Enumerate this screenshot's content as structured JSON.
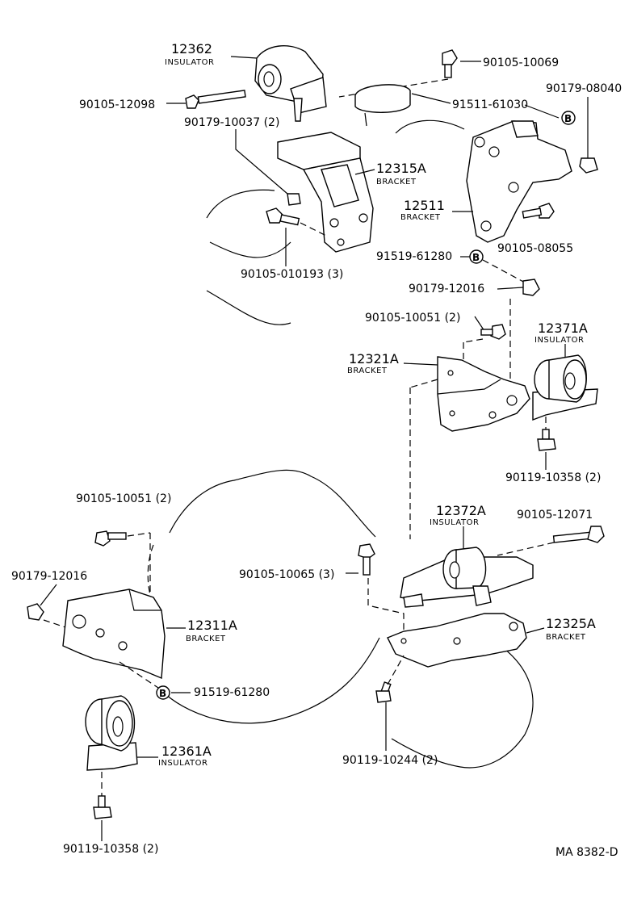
{
  "diagram_code": "MA 8382-D",
  "parts": {
    "p12362": {
      "number": "12362",
      "desc": "INSULATOR"
    },
    "p12315A": {
      "number": "12315A",
      "desc": "BRACKET"
    },
    "p12511": {
      "number": "12511",
      "desc": "BRACKET"
    },
    "p12321A": {
      "number": "12321A",
      "desc": "BRACKET"
    },
    "p12371A": {
      "number": "12371A",
      "desc": "INSULATOR"
    },
    "p12372A": {
      "number": "12372A",
      "desc": "INSULATOR"
    },
    "p12311A": {
      "number": "12311A",
      "desc": "BRACKET"
    },
    "p12325A": {
      "number": "12325A",
      "desc": "BRACKET"
    },
    "p12361A": {
      "number": "12361A",
      "desc": "INSULATOR"
    }
  },
  "labels": {
    "l_9010510069": "90105-10069",
    "l_9010512098": "90105-12098",
    "l_9017910037": "90179-10037 (2)",
    "l_9151161030": "91511-61030",
    "l_9017908040": "90179-08040",
    "l_9010508055": "90105-08055",
    "l_90105010193": "90105-010193 (3)",
    "l_9151961280_top": "91519-61280",
    "l_9017912016_top": "90179-12016",
    "l_9010510051_top": "90105-10051 (2)",
    "l_9011910358_right": "90119-10358 (2)",
    "l_9010510051_left": "90105-10051 (2)",
    "l_9010512071": "90105-12071",
    "l_9017912016_left": "90179-12016",
    "l_9010510065": "90105-10065 (3)",
    "l_9151961280_bottom": "91519-61280",
    "l_9011910244": "90119-10244 (2)",
    "l_9011910358_bottom": "90119-10358 (2)"
  },
  "callout_marker": "B"
}
